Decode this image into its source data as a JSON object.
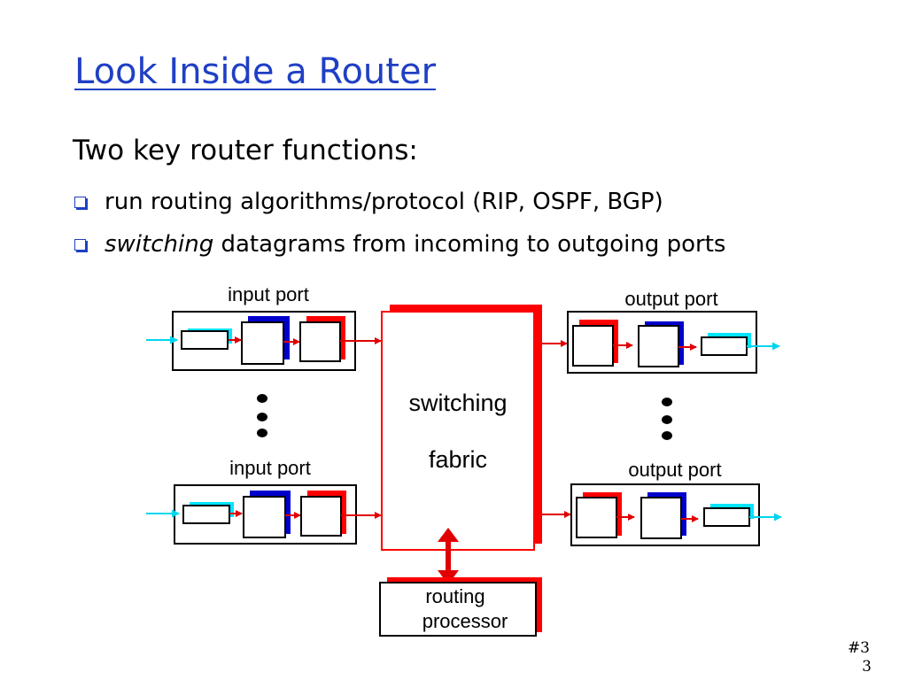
{
  "slide": {
    "title": "Look Inside a Router",
    "intro": "Two key router functions:",
    "bullets": [
      {
        "plain": "run routing algorithms/protocol (RIP, OSPF, BGP)"
      },
      {
        "italic": "switching",
        "rest": " datagrams from incoming to outgoing ports"
      }
    ],
    "page_label": "#3",
    "page_number": "3"
  },
  "diagram": {
    "input_port_label": "input port",
    "output_port_label": "output port",
    "fabric_line1": "switching",
    "fabric_line2": "fabric",
    "processor_line1": "routing",
    "processor_line2": "processor",
    "colors": {
      "shadow_red": "#ff0000",
      "shadow_blue": "#0000cc",
      "shadow_cyan": "#00e5ff",
      "arrow_red": "#e00000",
      "arrow_cyan": "#00d5ee"
    },
    "icons": [
      "input-arrow-icon",
      "output-arrow-icon",
      "vertical-ellipsis-icon",
      "bidirectional-arrow-icon"
    ]
  }
}
